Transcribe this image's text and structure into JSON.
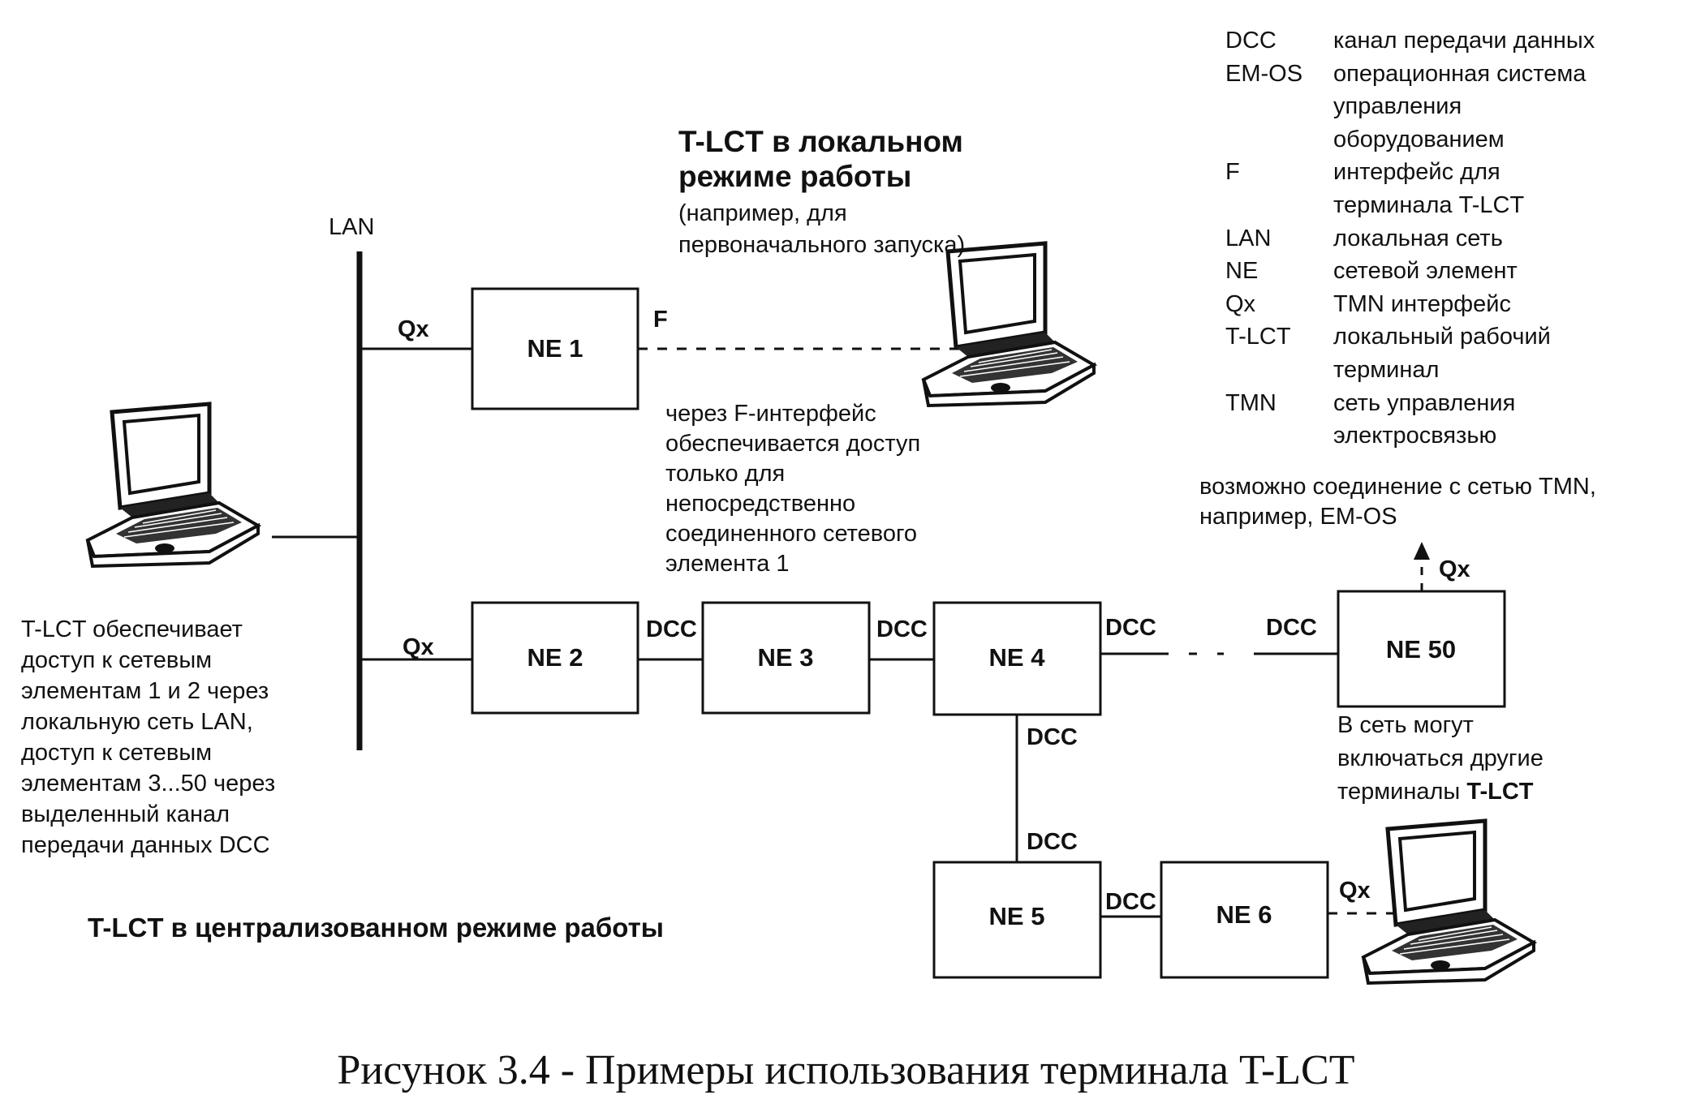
{
  "lan_label": "LAN",
  "nodes": {
    "ne1": "NE 1",
    "ne2": "NE 2",
    "ne3": "NE 3",
    "ne4": "NE 4",
    "ne5": "NE 5",
    "ne6": "NE 6",
    "ne50": "NE 50"
  },
  "link_labels": {
    "qx_ne1": "Qx",
    "f_ne1": "F",
    "qx_ne2": "Qx",
    "dcc_ne2_ne3": "DCC",
    "dcc_ne3_ne4": "DCC",
    "dcc_ne4_right": "DCC",
    "dcc_ne50_left": "DCC",
    "dcc_ne4_down": "DCC",
    "dcc_ne5_up": "DCC",
    "dcc_ne5_ne6": "DCC",
    "qx_ne6": "Qx",
    "qx_ne50": "Qx"
  },
  "local_mode": {
    "title_line1": "T-LCT  в  локальном",
    "title_line2": "режиме работы",
    "subtitle_line1": "(например, для",
    "subtitle_line2": "первоначального запуска)"
  },
  "f_interface_note": "через F-интерфейс\nобеспечивается доступ\nтолько для\nнепосредственно\nсоединенного сетевого\nэлемента 1",
  "left_note": "T-LCT обеспечивает\nдоступ к сетевым\nэлементам 1 и 2   через\nлокальную сеть LAN,\nдоступ к сетевым\nэлементам 3...50 через\nвыделенный канал\nпередачи  данных DCC",
  "central_mode_title": "T-LCT в централизованном режиме работы",
  "tmn_note": "возможно соединение с сетью TMN,\nнапример,  EM-OS",
  "other_terminals_note": {
    "line1": "В сеть могут",
    "line2": "включаться другие",
    "line3_plain": "терминалы ",
    "line3_bold": "T-LCT"
  },
  "legend": [
    {
      "key": "DCC",
      "value": "канал передачи данных"
    },
    {
      "key": "EM-OS",
      "value": "операционная система"
    },
    {
      "key": "",
      "value": "управления"
    },
    {
      "key": "",
      "value": "оборудованием"
    },
    {
      "key": "F",
      "value": "интерфейс для"
    },
    {
      "key": "",
      "value": "терминала T-LCT"
    },
    {
      "key": "LAN",
      "value": "локальная сеть"
    },
    {
      "key": "NE",
      "value": "сетевой элемент"
    },
    {
      "key": "Qx",
      "value": "TMN интерфейс"
    },
    {
      "key": "T-LCT",
      "value": "локальный рабочий"
    },
    {
      "key": "",
      "value": "терминал"
    },
    {
      "key": "TMN",
      "value": "сеть управления"
    },
    {
      "key": "",
      "value": "электросвязью"
    }
  ],
  "caption": "Рисунок 3.4 - Примеры использования терминала T-LCT"
}
